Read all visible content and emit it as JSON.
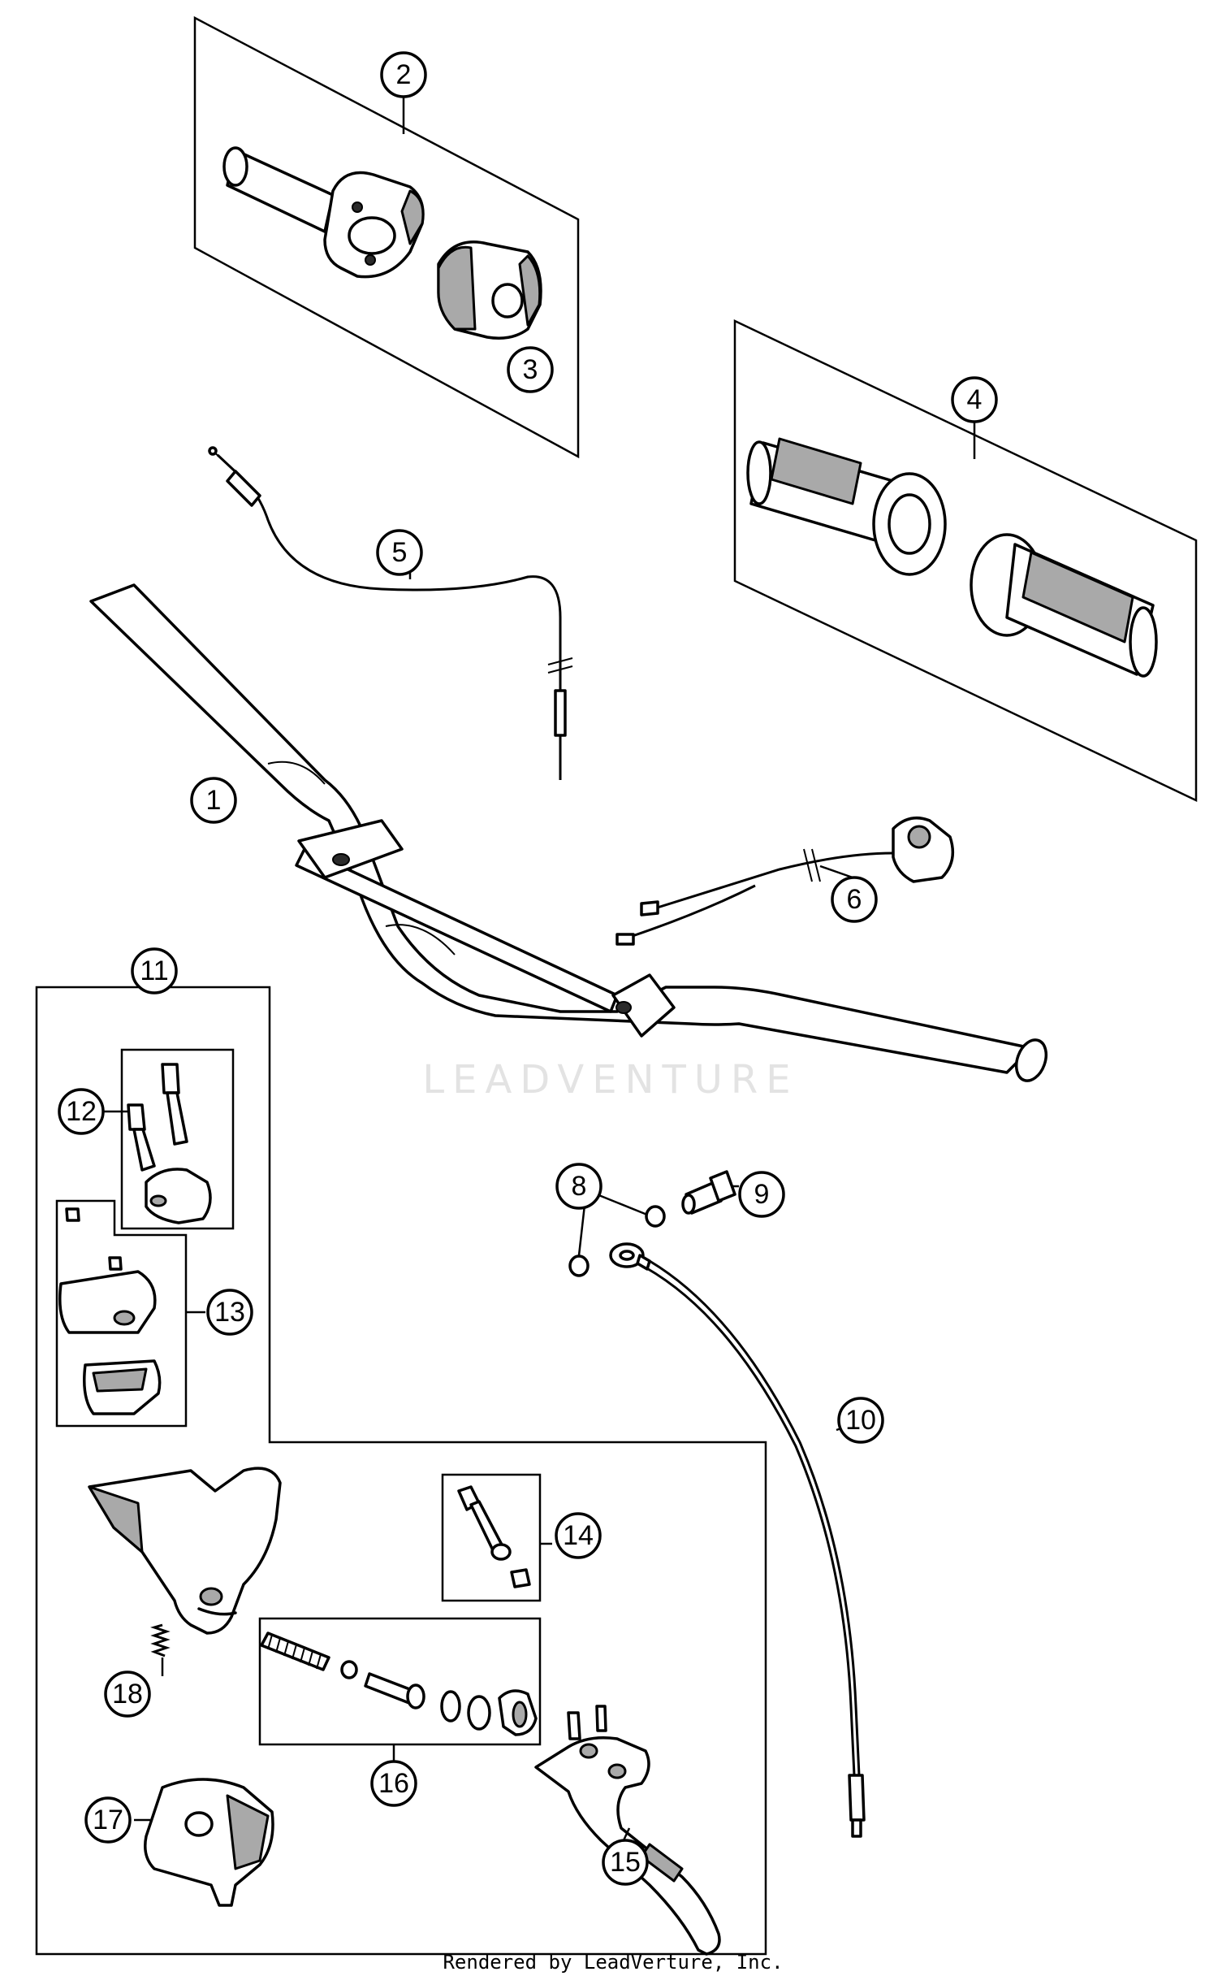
{
  "callouts": [
    {
      "id": "1",
      "label": "1"
    },
    {
      "id": "2",
      "label": "2"
    },
    {
      "id": "3",
      "label": "3"
    },
    {
      "id": "4",
      "label": "4"
    },
    {
      "id": "5",
      "label": "5"
    },
    {
      "id": "6",
      "label": "6"
    },
    {
      "id": "8",
      "label": "8"
    },
    {
      "id": "9",
      "label": "9"
    },
    {
      "id": "10",
      "label": "10"
    },
    {
      "id": "11",
      "label": "11"
    },
    {
      "id": "12",
      "label": "12"
    },
    {
      "id": "13",
      "label": "13"
    },
    {
      "id": "14",
      "label": "14"
    },
    {
      "id": "15",
      "label": "15"
    },
    {
      "id": "16",
      "label": "16"
    },
    {
      "id": "17",
      "label": "17"
    },
    {
      "id": "18",
      "label": "18"
    }
  ],
  "watermark": "LEADVENTURE",
  "footer": "Rendered by LeadVerture, Inc.",
  "colors": {
    "line": "#000000",
    "shade": "#a9a9a9",
    "watermark": "#e3e3e3"
  }
}
